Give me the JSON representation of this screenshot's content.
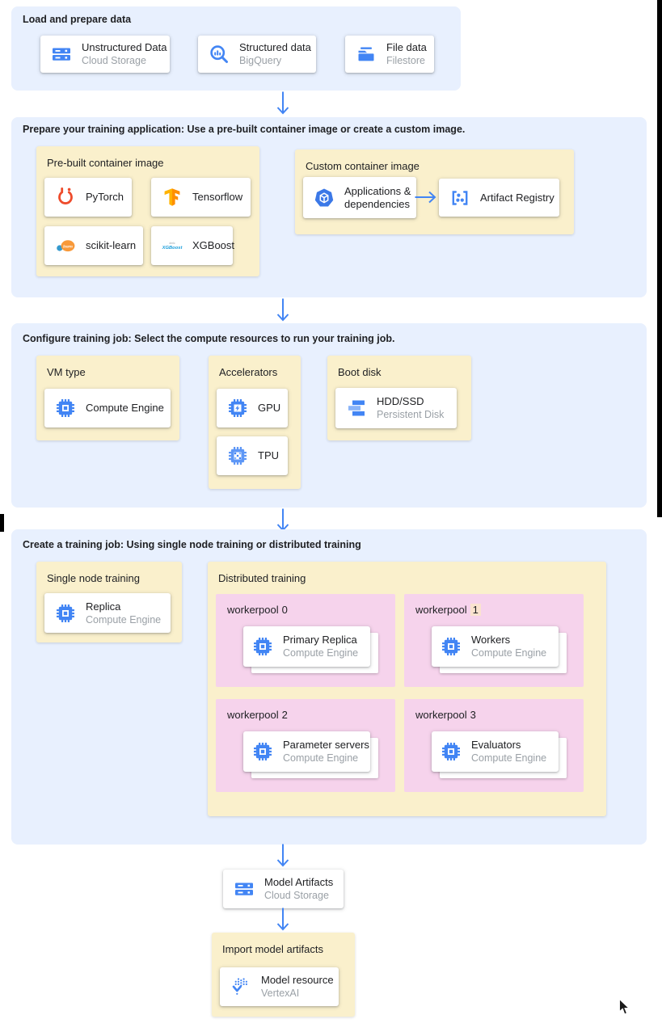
{
  "colors": {
    "section_bg": "#E8F0FE",
    "panel_bg": "#FAF0CC",
    "pool_bg": "#F6D3EC",
    "number_highlight_bg": "#FAE3CF",
    "arrow_blue": "#4285F4",
    "label_text": "#202124",
    "sub_text": "#9AA0A6",
    "pytorch_orange": "#EE4C2C",
    "tensorflow_orange": "#FF8F00"
  },
  "icons": {
    "cloud_storage": "cloud-storage-icon",
    "bigquery": "bigquery-icon",
    "filestore": "filestore-icon",
    "pytorch": "pytorch-icon",
    "tensorflow": "tensorflow-icon",
    "scikit_learn": "scikit-learn-icon",
    "xgboost": "xgboost-icon",
    "applications": "applications-dependencies-icon",
    "artifact_registry": "artifact-registry-icon",
    "compute_engine": "compute-engine-icon",
    "gpu": "gpu-chip-icon",
    "tpu": "tpu-chip-icon",
    "persistent_disk": "persistent-disk-icon",
    "vertex_ai": "vertex-ai-icon",
    "cursor": "arrow-pointer-cursor"
  },
  "flow": {
    "load": {
      "title": "Load and prepare data",
      "cards": [
        {
          "label": "Unstructured Data",
          "sub": "Cloud Storage"
        },
        {
          "label": "Structured data",
          "sub": "BigQuery"
        },
        {
          "label": "File data",
          "sub": "Filestore"
        }
      ]
    },
    "prepare": {
      "title": "Prepare your training application: Use a pre-built container image or create a custom image.",
      "prebuilt": {
        "title": "Pre-built container image",
        "cards": [
          {
            "label": "PyTorch"
          },
          {
            "label": "Tensorflow"
          },
          {
            "label": "scikit-learn"
          },
          {
            "label": "XGBoost"
          }
        ]
      },
      "custom": {
        "title": "Custom container image",
        "source": {
          "label": "Applications & dependencies"
        },
        "target": {
          "label": "Artifact Registry"
        }
      }
    },
    "configure": {
      "title": "Configure training job: Select the compute resources to run your training job.",
      "vm": {
        "title": "VM type",
        "card": {
          "label": "Compute Engine"
        }
      },
      "accelerators": {
        "title": "Accelerators",
        "cards": [
          {
            "label": "GPU"
          },
          {
            "label": "TPU"
          }
        ]
      },
      "boot": {
        "title": "Boot disk",
        "card": {
          "label": "HDD/SSD",
          "sub": "Persistent Disk"
        }
      }
    },
    "create": {
      "title": "Create a training job: Using single node training or distributed training",
      "single": {
        "title": "Single node training",
        "card": {
          "label": "Replica",
          "sub": "Compute Engine"
        }
      },
      "distributed": {
        "title": "Distributed training",
        "pools": [
          {
            "prefix": "workerpool",
            "number": "0",
            "card": {
              "label": "Primary Replica",
              "sub": "Compute Engine"
            }
          },
          {
            "prefix": "workerpool",
            "number": "1",
            "card": {
              "label": "Workers",
              "sub": "Compute Engine"
            }
          },
          {
            "prefix": "workerpool",
            "number": "2",
            "card": {
              "label": "Parameter servers",
              "sub": "Compute Engine"
            }
          },
          {
            "prefix": "workerpool",
            "number": "3",
            "card": {
              "label": "Evaluators",
              "sub": "Compute Engine"
            }
          }
        ]
      }
    },
    "model_artifacts": {
      "label": "Model Artifacts",
      "sub": "Cloud Storage"
    },
    "import_model": {
      "title": "Import model artifacts",
      "card": {
        "label": "Model resource",
        "sub": "VertexAI"
      }
    }
  }
}
